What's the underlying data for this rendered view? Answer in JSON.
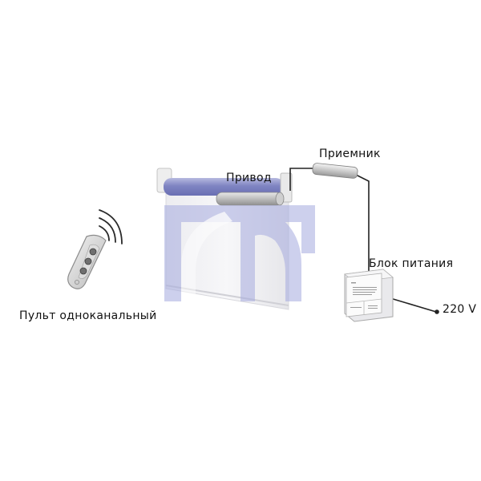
{
  "labels": {
    "receiver": "Приемник",
    "motor": "Привод",
    "power_supply": "Блок питания",
    "remote": "Пульт одноканальный",
    "voltage": "220 V"
  },
  "colors": {
    "watermark": "#b9bde4",
    "motor_tube": "#8a8fc9",
    "wire": "#222222",
    "blind_fabric": "#f1f1f3"
  },
  "icons": {
    "remote": "remote-control-icon",
    "signal": "wireless-signal-icon",
    "watermark": "watermark-logo"
  }
}
